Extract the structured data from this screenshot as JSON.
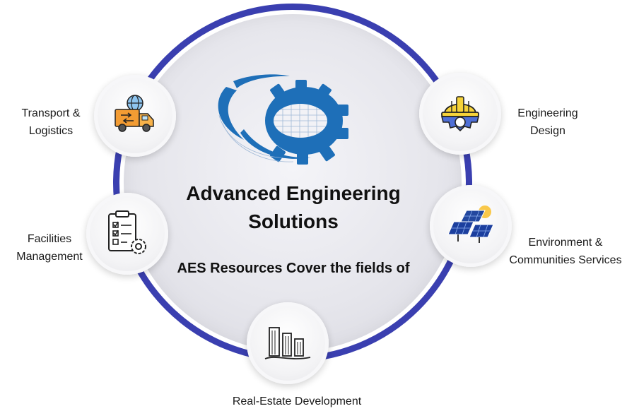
{
  "center": {
    "title_line1": "Advanced Engineering",
    "title_line2": "Solutions",
    "subtitle": "AES Resources Cover the fields of"
  },
  "fields": {
    "transport": {
      "line1": "Transport &",
      "line2": "Logistics",
      "icon": "delivery-truck-globe-icon"
    },
    "facilities": {
      "line1": "Facilities",
      "line2": "Management",
      "icon": "checklist-gear-icon"
    },
    "realestate": {
      "line1": "Real-Estate Development",
      "icon": "buildings-icon"
    },
    "engineering": {
      "line1": "Engineering",
      "line2": "Design",
      "icon": "hardhat-gear-icon"
    },
    "environment": {
      "line1": "Environment &",
      "line2": "Communities Services",
      "icon": "solar-panel-sun-icon"
    }
  },
  "colors": {
    "ring": "#3a3fb0",
    "logo": "#1e6fb8"
  }
}
